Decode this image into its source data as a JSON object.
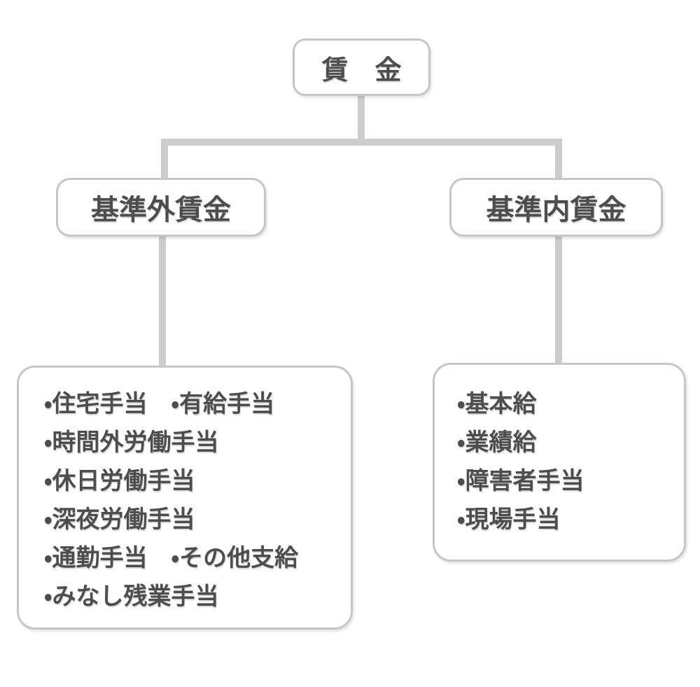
{
  "diagram": {
    "root_label": "賃　金",
    "branches": [
      {
        "title": "基準外賃金",
        "lines": [
          "・住宅手当　・有給手当",
          "・時間外労働手当",
          "・休日労働手当",
          "・深夜労働手当",
          "・通勤手当　・その他支給",
          "・みなし残業手当"
        ]
      },
      {
        "title": "基準内賃金",
        "lines": [
          "・基本給",
          "・業績給",
          "・障害者手当",
          "・現場手当"
        ]
      }
    ],
    "colors": {
      "connector": "#cccccc",
      "box_border": "#c6c6c6",
      "text": "#4d4d4d",
      "background": "#ffffff"
    }
  }
}
